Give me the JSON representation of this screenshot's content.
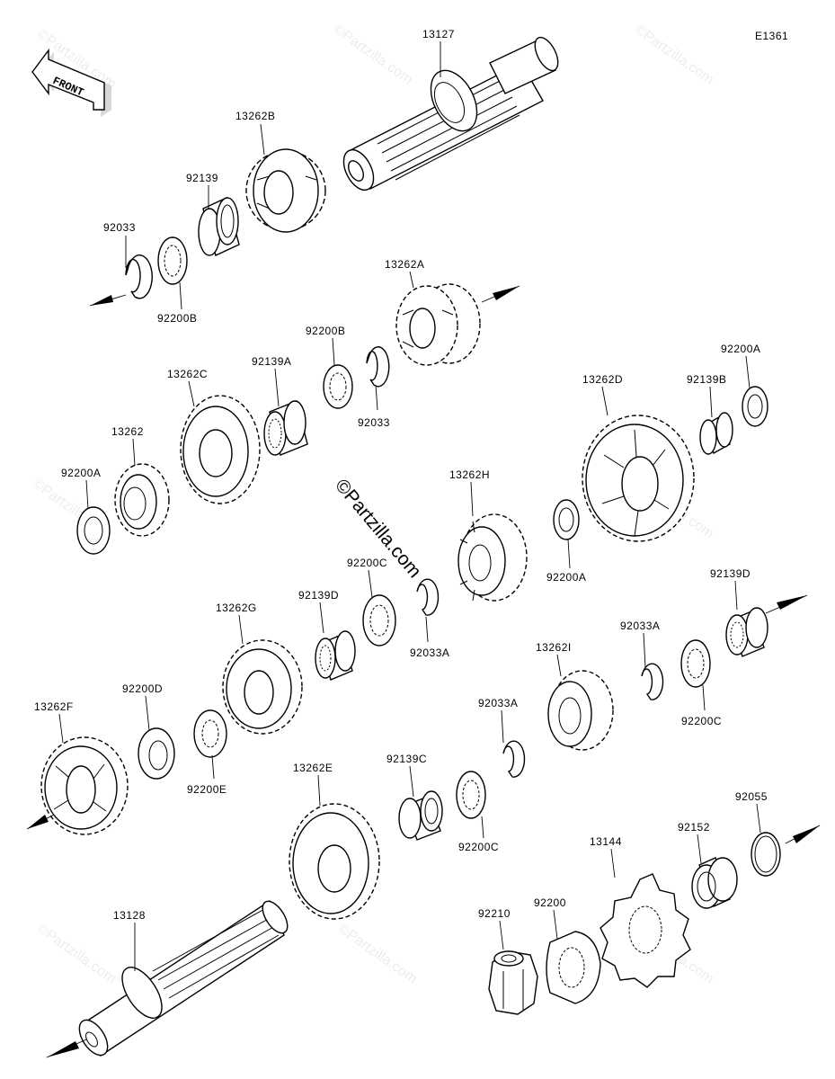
{
  "diagram_id": "E1361",
  "front_label": "FRONT",
  "watermark_text": "©Partzilla.com",
  "center_watermark": "©Partzilla.com",
  "labels": [
    {
      "key": "p13127",
      "text": "13127"
    },
    {
      "key": "p13262B",
      "text": "13262B"
    },
    {
      "key": "p92139",
      "text": "92139"
    },
    {
      "key": "p92033_top",
      "text": "92033"
    },
    {
      "key": "p92200B_top",
      "text": "92200B"
    },
    {
      "key": "p13262A",
      "text": "13262A"
    },
    {
      "key": "p92200B_mid",
      "text": "92200B"
    },
    {
      "key": "p92139A",
      "text": "92139A"
    },
    {
      "key": "p13262C",
      "text": "13262C"
    },
    {
      "key": "p92033_mid",
      "text": "92033"
    },
    {
      "key": "p13262D",
      "text": "13262D"
    },
    {
      "key": "p92139B",
      "text": "92139B"
    },
    {
      "key": "p92200A_right",
      "text": "92200A"
    },
    {
      "key": "p13262",
      "text": "13262"
    },
    {
      "key": "p92200A_left",
      "text": "92200A"
    },
    {
      "key": "p13262H",
      "text": "13262H"
    },
    {
      "key": "p92200A_center",
      "text": "92200A"
    },
    {
      "key": "p92200C_mid",
      "text": "92200C"
    },
    {
      "key": "p92139D_mid",
      "text": "92139D"
    },
    {
      "key": "p13262G",
      "text": "13262G"
    },
    {
      "key": "p92033A_mid",
      "text": "92033A"
    },
    {
      "key": "p92139D_right",
      "text": "92139D"
    },
    {
      "key": "p92033A_right",
      "text": "92033A"
    },
    {
      "key": "p13262I",
      "text": "13262I"
    },
    {
      "key": "p92200C_right",
      "text": "92200C"
    },
    {
      "key": "p13262F",
      "text": "13262F"
    },
    {
      "key": "p92200D",
      "text": "92200D"
    },
    {
      "key": "p92200E",
      "text": "92200E"
    },
    {
      "key": "p92033A_low",
      "text": "92033A"
    },
    {
      "key": "p92139C",
      "text": "92139C"
    },
    {
      "key": "p13262E",
      "text": "13262E"
    },
    {
      "key": "p92200C_low",
      "text": "92200C"
    },
    {
      "key": "p92055",
      "text": "92055"
    },
    {
      "key": "p92152",
      "text": "92152"
    },
    {
      "key": "p13144",
      "text": "13144"
    },
    {
      "key": "p92200",
      "text": "92200"
    },
    {
      "key": "p92210",
      "text": "92210"
    },
    {
      "key": "p13128",
      "text": "13128"
    }
  ]
}
